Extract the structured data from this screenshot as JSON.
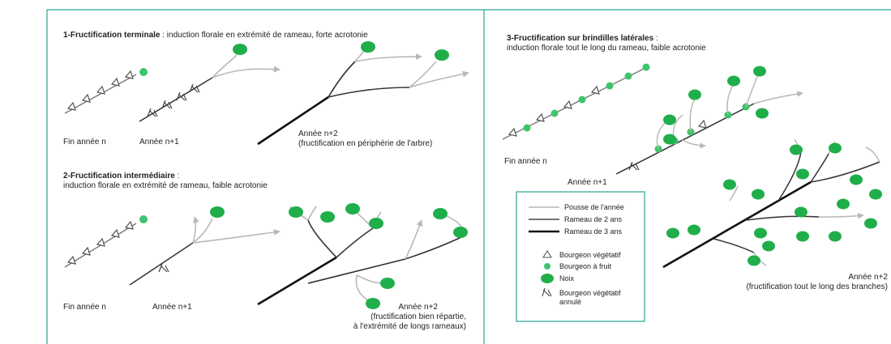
{
  "colors": {
    "frame": "#2aa396",
    "nut": "#1fae4a",
    "bud": "#3ec46a",
    "young_shoot": "#b8b8b8",
    "two_year": "#444444",
    "three_year": "#111111"
  },
  "section1": {
    "title_bold": "1-Fructification terminale",
    "title_rest": " : induction florale en extrémité de rameau, forte acrotonie",
    "label_n": "Fin année n",
    "label_n1": "Année n+1",
    "label_n2_line1": "Année n+2",
    "label_n2_line2": "(fructification en périphérie de l'arbre)"
  },
  "section2": {
    "title_bold": "2-Fructification intermédiaire",
    "title_rest": " :",
    "subtitle": "induction florale en extrémité de rameau, faible acrotonie",
    "label_n": "Fin année n",
    "label_n1": "Année n+1",
    "label_n2_line1": "Année n+2",
    "label_n2_line2": "(fructification bien répartie,",
    "label_n2_line3": "à l'extrémité de longs rameaux)"
  },
  "section3": {
    "title_bold": "3-Fructification sur brindilles latérales",
    "title_rest": " :",
    "subtitle": "induction florale tout le long du rameau, faible acrotonie",
    "label_n": "Fin année n",
    "label_n1": "Année n+1",
    "label_n2_line1": "Année n+2",
    "label_n2_line2": "(fructification tout le long des branches)"
  },
  "legend": {
    "young_shoot": "Pousse de l'année",
    "two_year": "Rameau de 2 ans",
    "three_year": "Rameau de 3 ans",
    "veg_bud": "Bourgeon végétatif",
    "fruit_bud": "Bourgeon à fruit",
    "nut": "Noix",
    "cancelled_line1": "Bourgeon végétatif",
    "cancelled_line2": "annulé"
  }
}
